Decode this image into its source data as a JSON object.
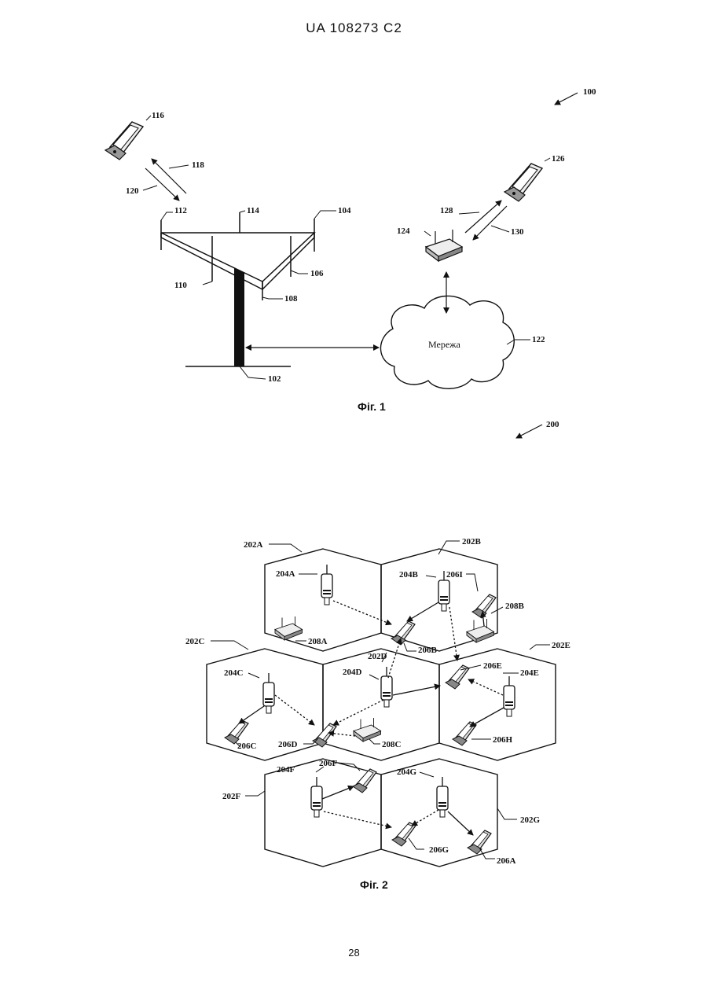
{
  "header": "UA   108273   C2",
  "page_number": "28",
  "fig1": {
    "caption": "Фіг. 1",
    "network_label": "Мережа",
    "refs": {
      "r100": "100",
      "r102": "102",
      "r104": "104",
      "r106": "106",
      "r108": "108",
      "r110": "110",
      "r112": "112",
      "r114": "114",
      "r116": "116",
      "r118": "118",
      "r120": "120",
      "r122": "122",
      "r124": "124",
      "r126": "126",
      "r128": "128",
      "r130": "130"
    }
  },
  "fig2": {
    "caption": "Фіг. 2",
    "refs": {
      "r200": "200",
      "c202A": "202A",
      "c202B": "202B",
      "c202C": "202C",
      "c202D": "202D",
      "c202E": "202E",
      "c202F": "202F",
      "c202G": "202G",
      "b204A": "204A",
      "b204B": "204B",
      "b204C": "204C",
      "b204D": "204D",
      "b204E": "204E",
      "b204F": "204F",
      "b204G": "204G",
      "t206A": "206A",
      "t206B": "206B",
      "t206C": "206C",
      "t206D": "206D",
      "t206E": "206E",
      "t206F": "206F",
      "t206G": "206G",
      "t206H": "206H",
      "t206I": "206I",
      "a208A": "208A",
      "a208B": "208B",
      "a208C": "208C"
    }
  }
}
